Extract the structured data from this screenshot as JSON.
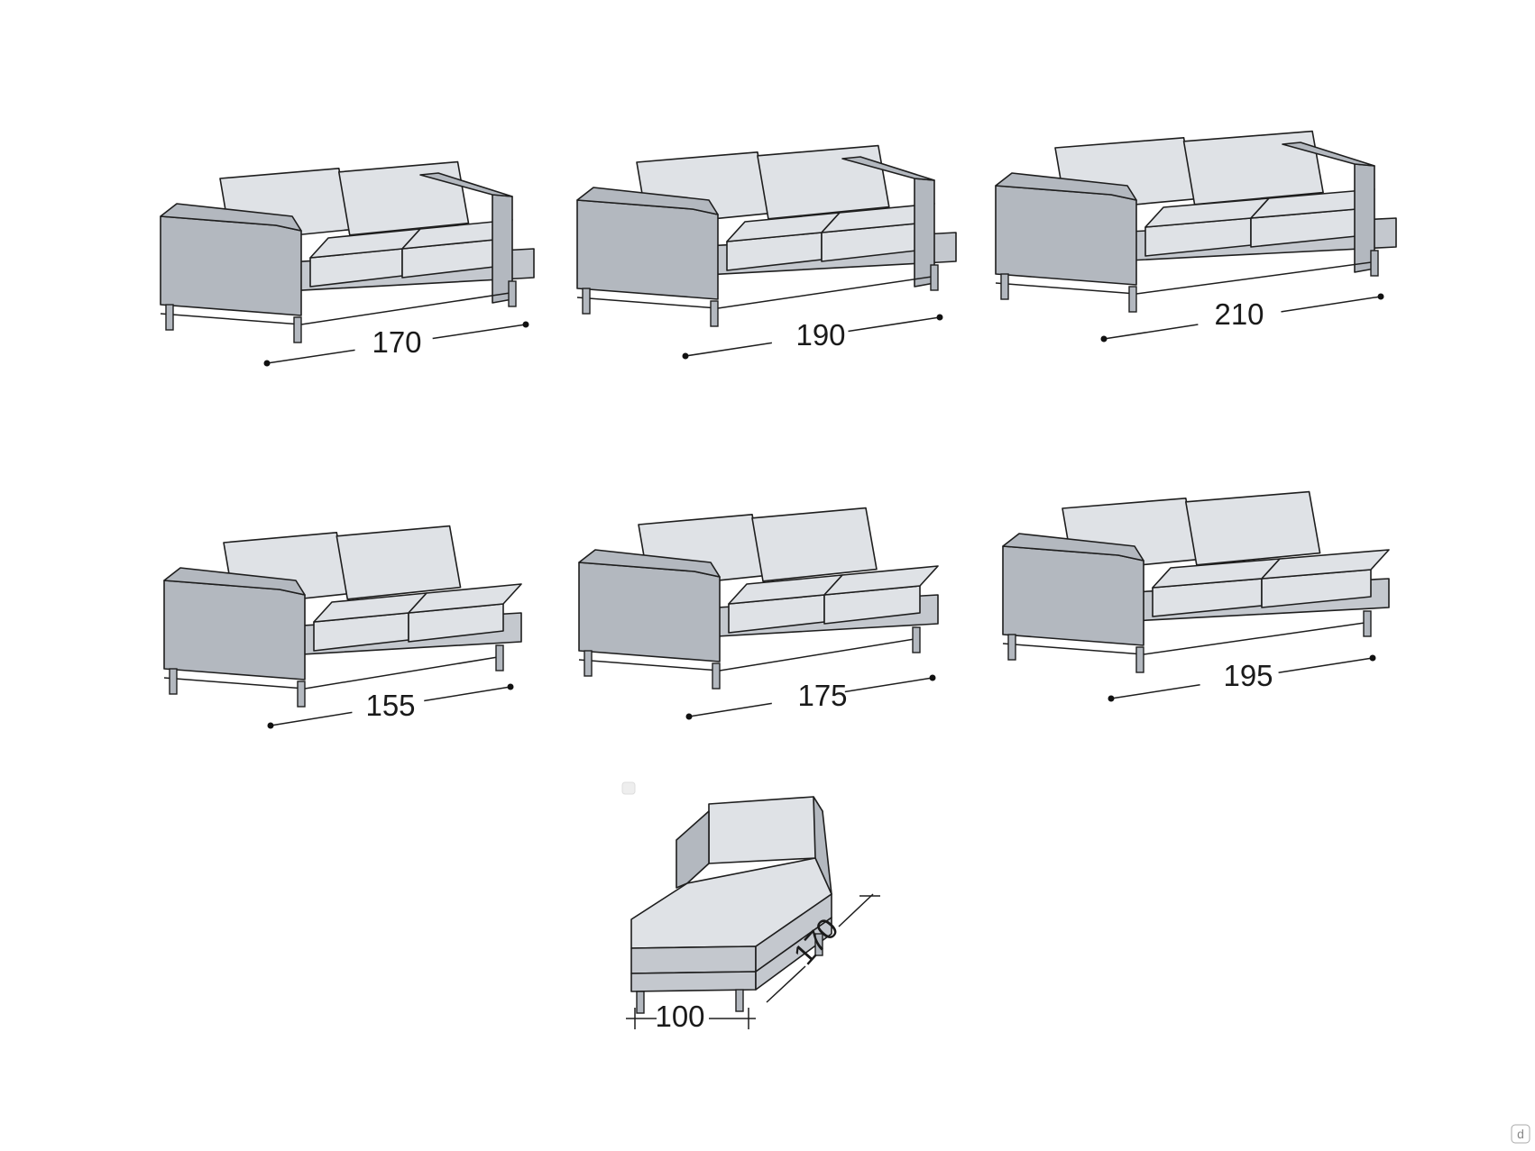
{
  "dimensions": {
    "row1": [
      "170",
      "190",
      "210"
    ],
    "row2": [
      "155",
      "175",
      "195"
    ],
    "chaise_width": "100",
    "chaise_depth": "170"
  },
  "corner_mark": "d",
  "colors": {
    "cushion": "#dfe2e6",
    "frame": "#b3b8bf",
    "base": "#c4c8ce",
    "outline": "#1e1e1e"
  }
}
